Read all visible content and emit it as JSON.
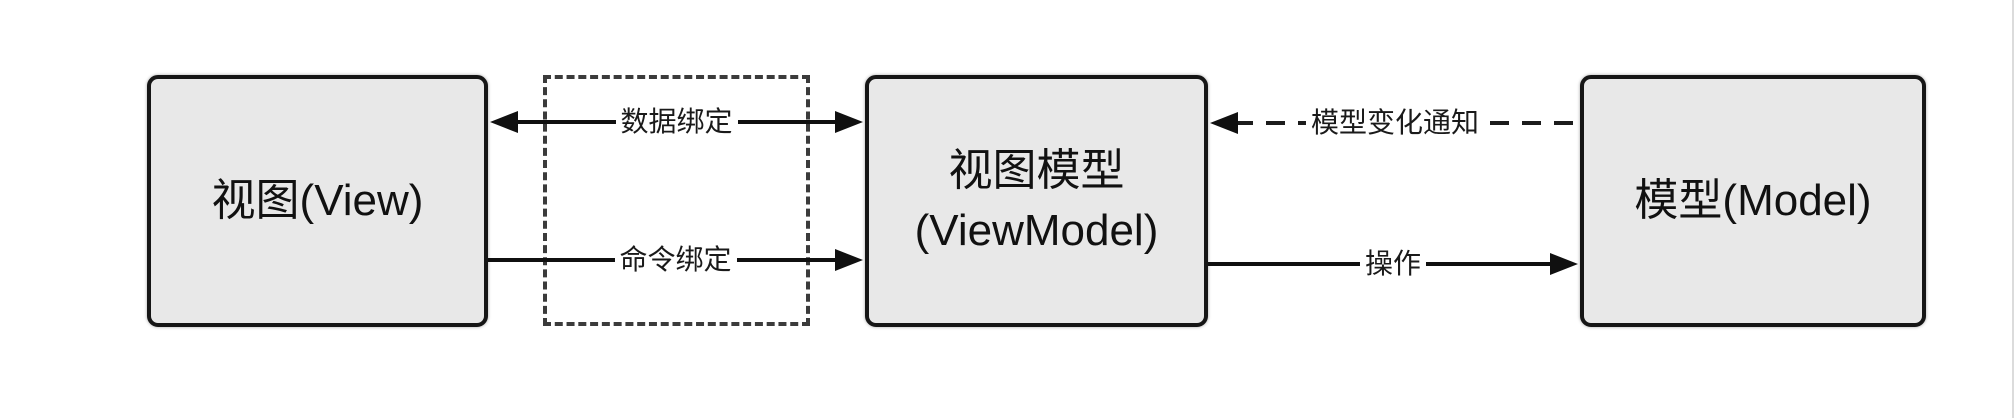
{
  "diagram": {
    "nodes": {
      "view": {
        "label": "视图(View)"
      },
      "viewmodel": {
        "line1": "视图模型",
        "line2": "(ViewModel)"
      },
      "model": {
        "label": "模型(Model)"
      }
    },
    "edges": {
      "data_binding": {
        "label": "数据绑定",
        "between": [
          "view",
          "viewmodel"
        ],
        "style": "solid",
        "direction": "bidirectional"
      },
      "command_binding": {
        "label": "命令绑定",
        "between": [
          "view",
          "viewmodel"
        ],
        "style": "solid",
        "direction": "to-viewmodel"
      },
      "model_change_notification": {
        "label": "模型变化通知",
        "between": [
          "model",
          "viewmodel"
        ],
        "style": "dashed",
        "direction": "to-viewmodel"
      },
      "operation": {
        "label": "操作",
        "between": [
          "viewmodel",
          "model"
        ],
        "style": "solid",
        "direction": "to-model"
      }
    },
    "colors": {
      "background": "#ffffff",
      "node_fill": "#e8e8e8",
      "node_border": "#161616",
      "edge_line": "#101010",
      "dashed_box_border": "#3b3b3b",
      "right_edge_line": "#dcdcdc"
    }
  }
}
